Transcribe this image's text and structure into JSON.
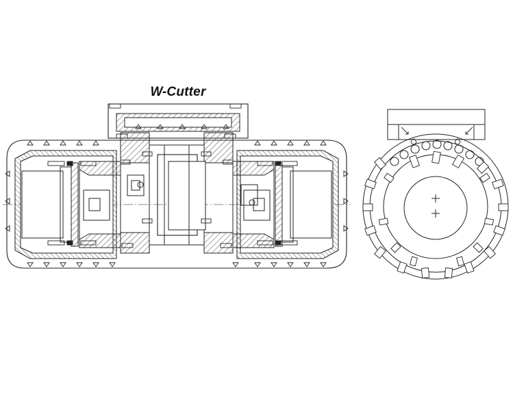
{
  "figure": {
    "title": "W-Cutter",
    "views": [
      "side-section-view",
      "end-view"
    ]
  },
  "colors": {
    "line": "#222222",
    "hatch": "#444444",
    "background": "#ffffff"
  }
}
